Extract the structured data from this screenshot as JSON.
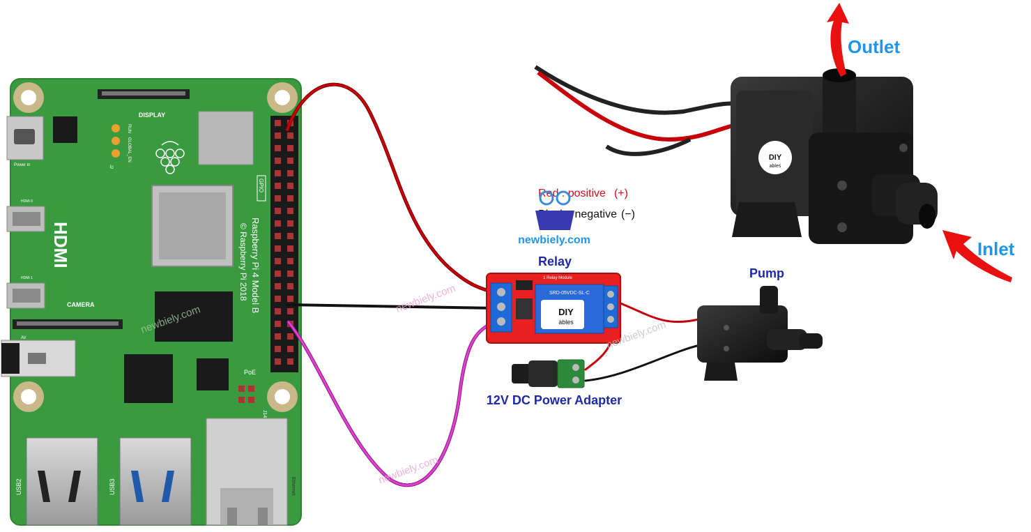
{
  "labels": {
    "relay": "Relay",
    "pump": "Pump",
    "power_adapter": "12V DC Power Adapter",
    "outlet": "Outlet",
    "inlet": "Inlet",
    "brand": "newbiely.com",
    "watermark": "newbiely.com"
  },
  "legend": {
    "red_word": "Red",
    "red_sep": " : ",
    "red_meaning": "positive",
    "red_symbol": "(+)",
    "black_word": "Black",
    "black_sep": " : ",
    "black_meaning": "negative",
    "black_symbol": "(−)"
  },
  "board": {
    "display": "DISPLAY",
    "power_in": "Power in",
    "hdmi": "HDMI",
    "hdmi0": "HDMI 0",
    "hdmi1": "HDMI 1",
    "camera": "CAMERA",
    "av": "AV",
    "gpio": "GPIO",
    "model_line1": "Raspberry Pi 4 Model B",
    "model_line2": "© Raspberry Pi 2018",
    "poe": "PoE",
    "j14": "J14",
    "usb2": "USB2",
    "usb3": "USB3",
    "ethernet": "Ethernet",
    "run": "RUN",
    "global_en": "GLOBAL_EN",
    "j2": "J2"
  },
  "relay_module": {
    "logo": "DIY",
    "logo_sub": "ables",
    "model": "SRD-05VDC-SL-C",
    "title": "1 Relay Module"
  },
  "pump_body": {
    "logo": "DIY",
    "logo_sub": "ables"
  },
  "colors": {
    "board_green": "#3a9a40",
    "wire_red": "#c8000a",
    "wire_black": "#111111",
    "wire_magenta": "#e040d0",
    "relay_red": "#e82020",
    "label_blue": "#1e2aa8",
    "arrow_red": "#e81010",
    "flow_label": "#2196e8"
  }
}
